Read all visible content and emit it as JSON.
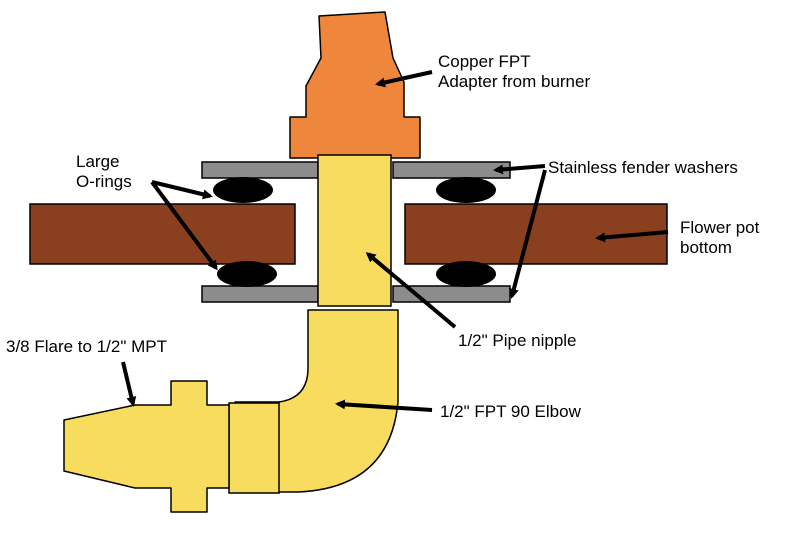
{
  "colors": {
    "copper": "#EE873B",
    "brass": "#F8DC5E",
    "pot": "#8A3F1E",
    "washer": "#8C8C8C",
    "oring": "#000000",
    "outline": "#000000"
  },
  "labels": {
    "copper_line1": "Copper FPT",
    "copper_line2": "Adapter from burner",
    "washers": "Stainless fender washers",
    "large_line1": "Large",
    "large_line2": "O-rings",
    "pot_line1": "Flower pot",
    "pot_line2": "bottom",
    "flare": "3/8 Flare to 1/2\" MPT",
    "nipple": "1/2\" Pipe nipple",
    "elbow": "1/2\" FPT 90 Elbow"
  }
}
